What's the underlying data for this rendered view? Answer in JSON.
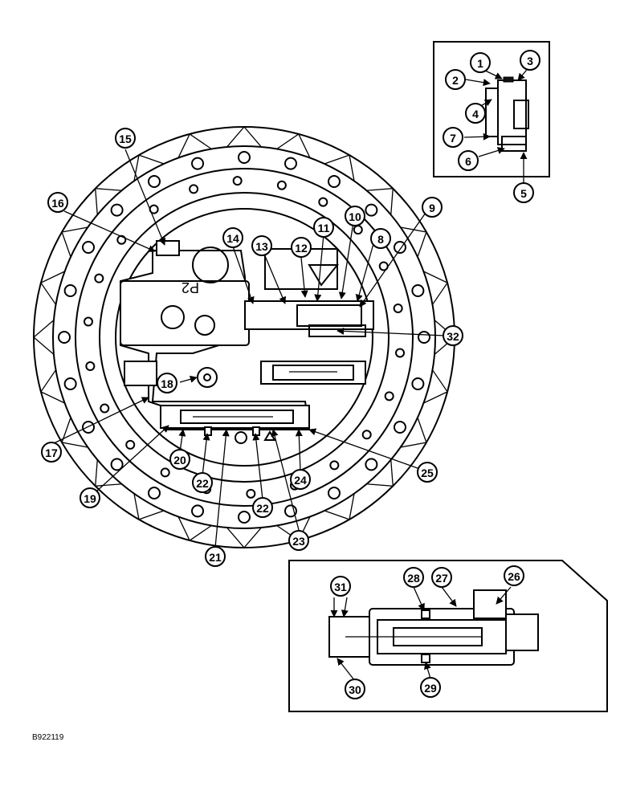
{
  "figure_code": "B922119",
  "callouts": [
    "1",
    "2",
    "3",
    "4",
    "5",
    "6",
    "7",
    "8",
    "9",
    "10",
    "11",
    "12",
    "13",
    "14",
    "15",
    "16",
    "17",
    "18",
    "19",
    "20",
    "21",
    "22",
    "22",
    "23",
    "24",
    "25",
    "26",
    "27",
    "28",
    "29",
    "30",
    "31",
    "32"
  ],
  "embossed_marking": "P2"
}
